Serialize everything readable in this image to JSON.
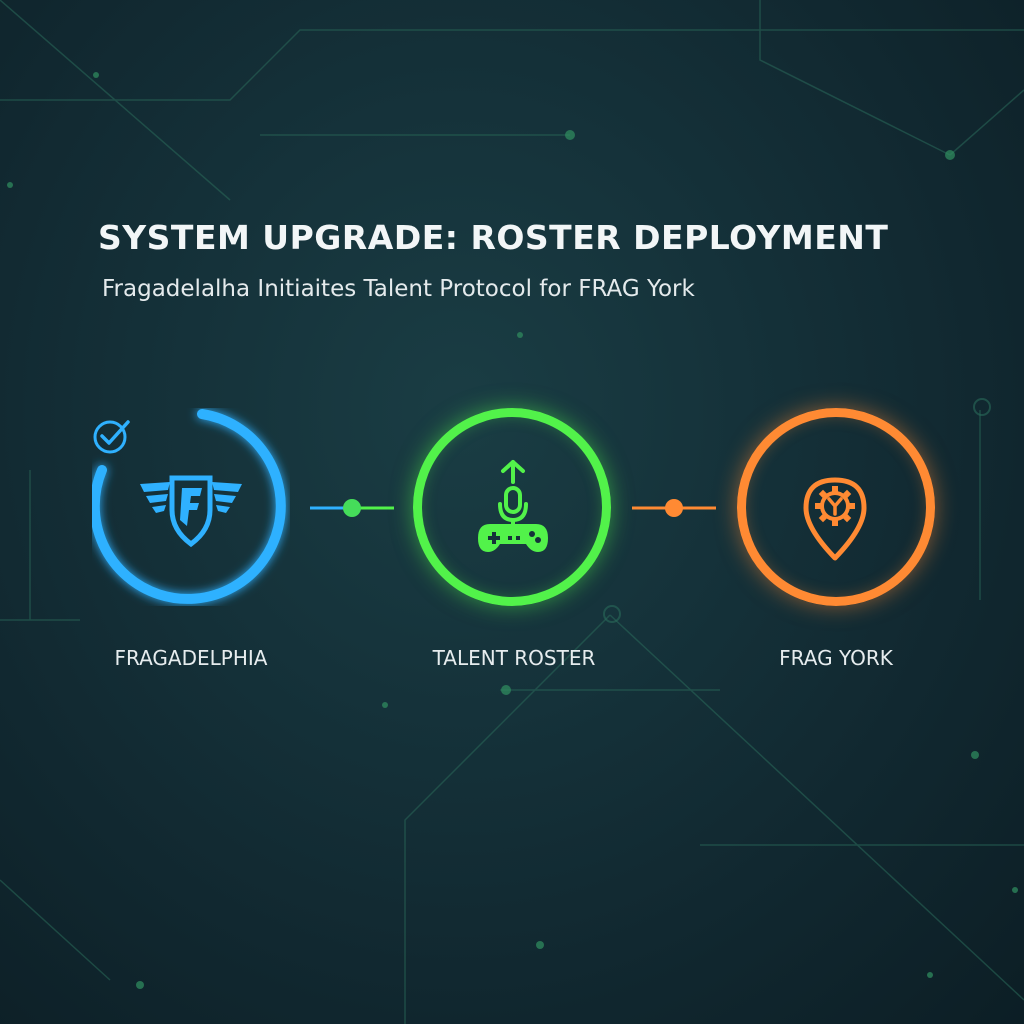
{
  "header": {
    "title": "SYSTEM UPGRADE: ROSTER DEPLOYMENT",
    "subtitle": "Fragadelalha Initiaites Talent Protocol for FRAG York"
  },
  "nodes": [
    {
      "label": "FRAGADELPHIA",
      "color": "#2fb1ff",
      "icon": "winged-shield-f-icon",
      "status_icon": "check-circle-icon"
    },
    {
      "label": "TALENT ROSTER",
      "color": "#52f24a",
      "icon": "gamepad-microphone-upload-icon"
    },
    {
      "label": "FRAG YORK",
      "color": "#ff8a33",
      "icon": "map-pin-gear-icon"
    }
  ],
  "colors": {
    "background": "#15323a",
    "circuit": "#2a6a5a",
    "text": "#f2f6f7"
  }
}
